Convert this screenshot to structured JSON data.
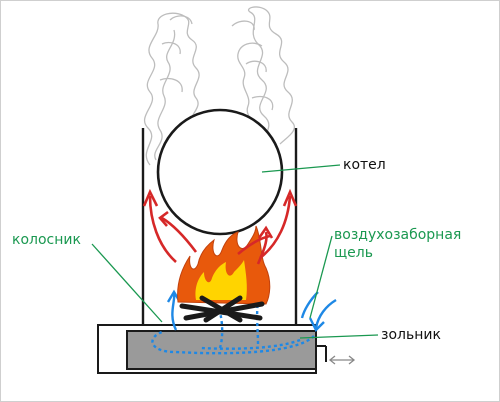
{
  "labels": {
    "kotel": "котел",
    "kolosnik": "колосник",
    "vozdukhozabornaya_line1": "воздухозаборная",
    "vozdukhozabornaya_line2": "щель",
    "zolnik": "зольник"
  },
  "colors": {
    "background": "#ffffff",
    "outline": "#1a1a1a",
    "ash_box_fill": "#9a9a9a",
    "flame_outer": "#e8590c",
    "flame_inner": "#ffd400",
    "hot_air_arrows": "#d62828",
    "cold_air_arrows": "#1e88e5",
    "smoke": "#c8c8c8",
    "leader_lines": "#1a9850",
    "label_green": "#1a9850",
    "label_dark": "#111111",
    "drawer_arrow": "#888888"
  },
  "icons": {
    "ash_drawer_motion": "double-headed-arrow-icon"
  }
}
